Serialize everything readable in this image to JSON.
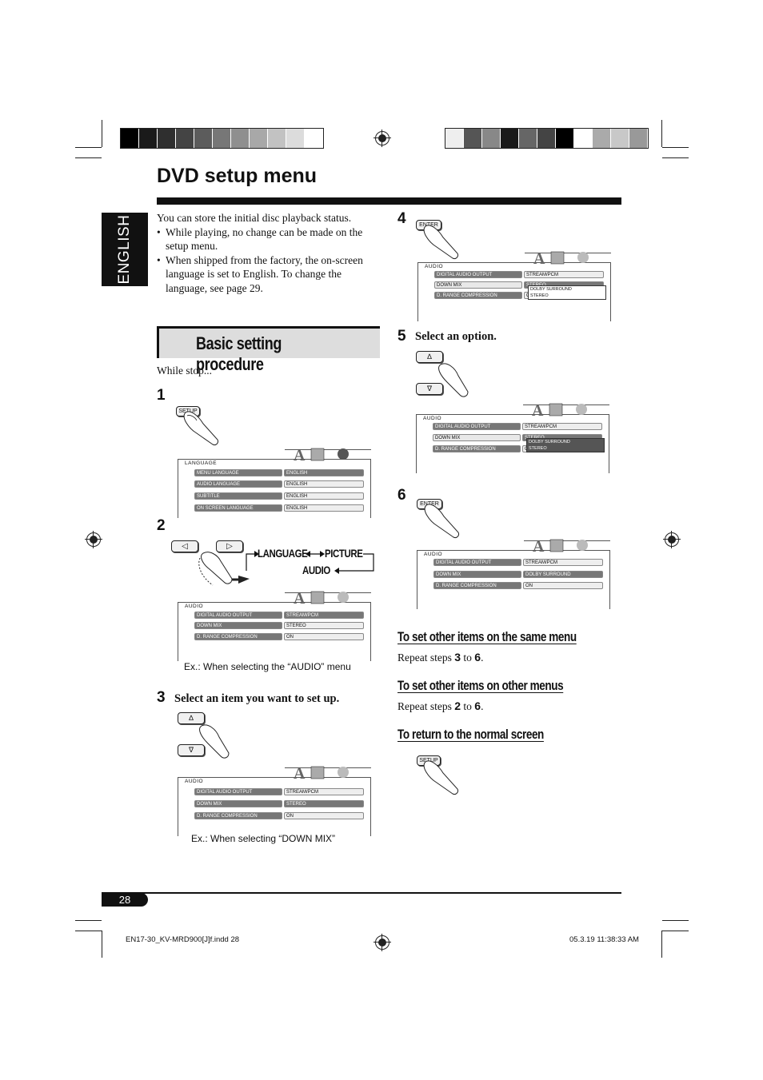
{
  "title": "DVD setup menu",
  "side_tab": "ENGLISH",
  "intro": {
    "lead": "You can store the initial disc playback status.",
    "bullets": [
      "While playing, no change can be made on the setup menu.",
      "When shipped from the factory, the on-screen language is set to English. To change the language, see page 29."
    ]
  },
  "section_title": "Basic setting procedure",
  "while_stop": "While stop...",
  "steps": {
    "s1": "1",
    "s2": "2",
    "s3": "3",
    "s4": "4",
    "s5": "5",
    "s6": "6",
    "s3_text": "Select an item you want to set up.",
    "s5_text": "Select an option."
  },
  "buttons": {
    "setup": "SETUP",
    "enter": "ENTER",
    "up": "∆",
    "down": "∇",
    "left": "◁",
    "right": "▷"
  },
  "cycle": {
    "language": "LANGUAGE",
    "picture": "PICTURE",
    "audio": "AUDIO"
  },
  "captions": {
    "audio_menu": "Ex.: When selecting the “AUDIO” menu",
    "down_mix": "Ex.: When selecting “DOWN MIX”"
  },
  "language_menu": {
    "title": "LANGUAGE",
    "rows": [
      {
        "k": "MENU LANGUAGE",
        "v": "ENGLISH"
      },
      {
        "k": "AUDIO LANGUAGE",
        "v": "ENGLISH"
      },
      {
        "k": "SUBTITLE",
        "v": "ENGLISH"
      },
      {
        "k": "ON SCREEN LANGUAGE",
        "v": "ENGLISH"
      }
    ]
  },
  "audio_menu": {
    "title": "AUDIO",
    "rows": [
      {
        "k": "DIGITAL AUDIO OUTPUT",
        "v": "STREAM/PCM"
      },
      {
        "k": "DOWN MIX",
        "v": "STEREO"
      },
      {
        "k": "D. RANGE COMPRESSION",
        "v": "ON"
      }
    ],
    "options": [
      "DOLBY SURROUND",
      "STEREO"
    ],
    "final_down_mix": "DOLBY SURROUND",
    "partial_value": "O"
  },
  "subsections": {
    "same_menu": "To set other items on the same menu",
    "same_menu_text": "Repeat steps",
    "same_from": "3",
    "same_to": "6",
    "other_menus": "To set other items on other menus",
    "other_from": "2",
    "other_to": "6",
    "to_word": "to",
    "normal": "To return to the normal screen"
  },
  "page_number": "28",
  "footer": {
    "left": "EN17-30_KV-MRD900[J]f.indd   28",
    "right": "05.3.19   11:38:33 AM"
  },
  "colors": {
    "ink": "#111111",
    "highlight": "#777777",
    "section_bg": "#dddddd"
  }
}
